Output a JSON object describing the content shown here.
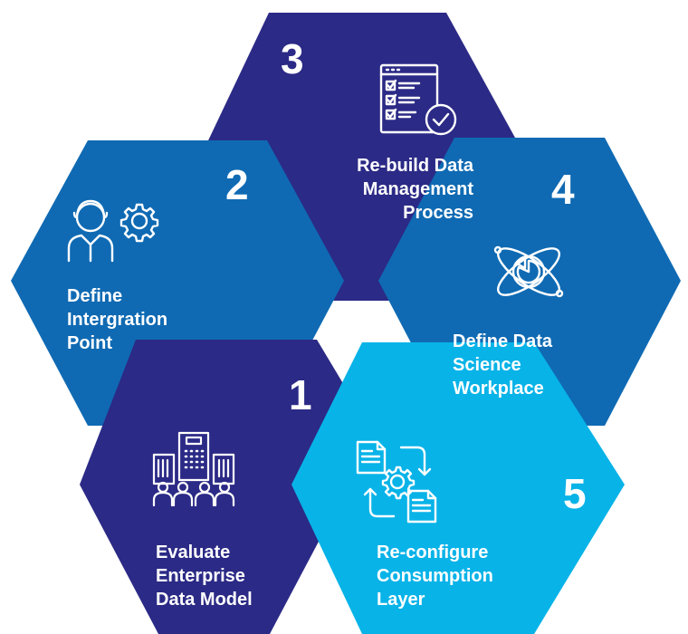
{
  "colors": {
    "navy": "#2b2a86",
    "blue": "#0f6ab3",
    "cyan": "#08b3e8",
    "text": "#ffffff"
  },
  "steps": [
    {
      "number": "1",
      "lines": [
        "Evaluate",
        "Enterprise",
        "Data Model"
      ],
      "icon": "enterprise-people-building-icon",
      "color": "navy"
    },
    {
      "number": "2",
      "lines": [
        "Define",
        "Intergration",
        "Point"
      ],
      "icon": "user-gear-icon",
      "color": "blue"
    },
    {
      "number": "3",
      "lines": [
        "Re-build Data",
        "Management",
        "Process"
      ],
      "icon": "checklist-document-icon",
      "color": "navy"
    },
    {
      "number": "4",
      "lines": [
        "Define Data",
        "Science",
        "Workplace"
      ],
      "icon": "atom-chart-icon",
      "color": "blue"
    },
    {
      "number": "5",
      "lines": [
        "Re-configure",
        "Consumption",
        "Layer"
      ],
      "icon": "document-exchange-gear-icon",
      "color": "cyan"
    }
  ]
}
